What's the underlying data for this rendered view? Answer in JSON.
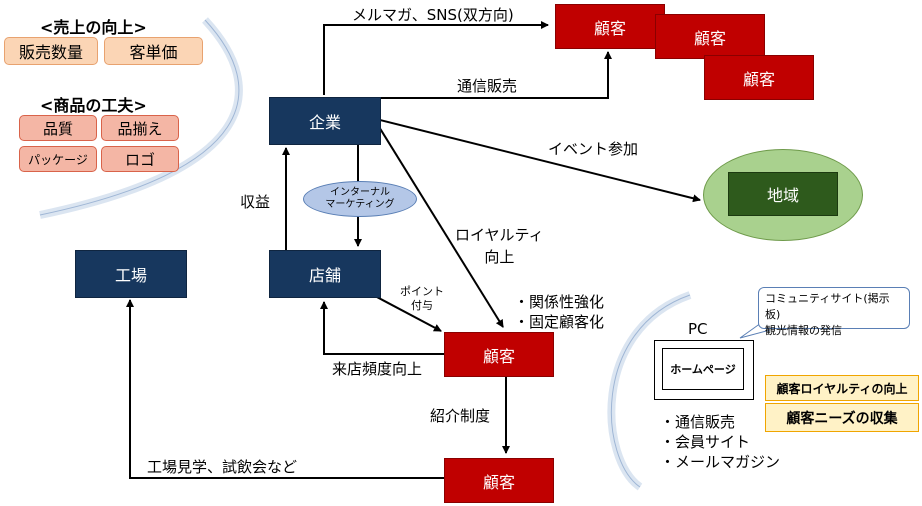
{
  "colors": {
    "navy": "#17375e",
    "red": "#c00000",
    "green_fill": "#a9d18e",
    "dark_green": "#2e5a1c",
    "light_blue": "#dbe5f1",
    "peach": "#fbd5b5",
    "salmon": "#f4b6a5",
    "yellow": "#fff2c6"
  },
  "left_panel": {
    "sales_heading": "<売上の向上>",
    "sales_items": [
      "販売数量",
      "客単価"
    ],
    "product_heading": "<商品の工夫>",
    "product_items": [
      "品質",
      "品揃え",
      "パッケージ",
      "ロゴ"
    ]
  },
  "nodes": {
    "company": "企業",
    "factory": "工場",
    "store": "店舗",
    "customer_top_1": "顧客",
    "customer_top_2": "顧客",
    "customer_top_3": "顧客",
    "customer_mid": "顧客",
    "customer_bottom": "顧客",
    "region": "地域",
    "internal_marketing": [
      "インターナル",
      "マーケティング"
    ]
  },
  "edge_labels": {
    "mailmag": "メルマガ、SNS(双方向)",
    "mail_order": "通信販売",
    "event": "イベント参加",
    "revenue": "収益",
    "loyalty": [
      "ロイヤルティ",
      "向上"
    ],
    "points": [
      "ポイント",
      "付与"
    ],
    "relation": [
      "・関係性強化",
      "・固定顧客化"
    ],
    "visit_freq": "来店頻度向上",
    "referral": "紹介制度",
    "factory_tour": "工場見学、試飲会など"
  },
  "pc_panel": {
    "pc_label": "PC",
    "homepage": "ホームページ",
    "callout": [
      "コミュニティサイト(掲示板)",
      "観光情報の発信"
    ],
    "loyalty_badge": "顧客ロイヤルティの向上",
    "needs_badge": "顧客ニーズの収集",
    "list": [
      "・通信販売",
      "・会員サイト",
      "・メールマガジン"
    ]
  }
}
